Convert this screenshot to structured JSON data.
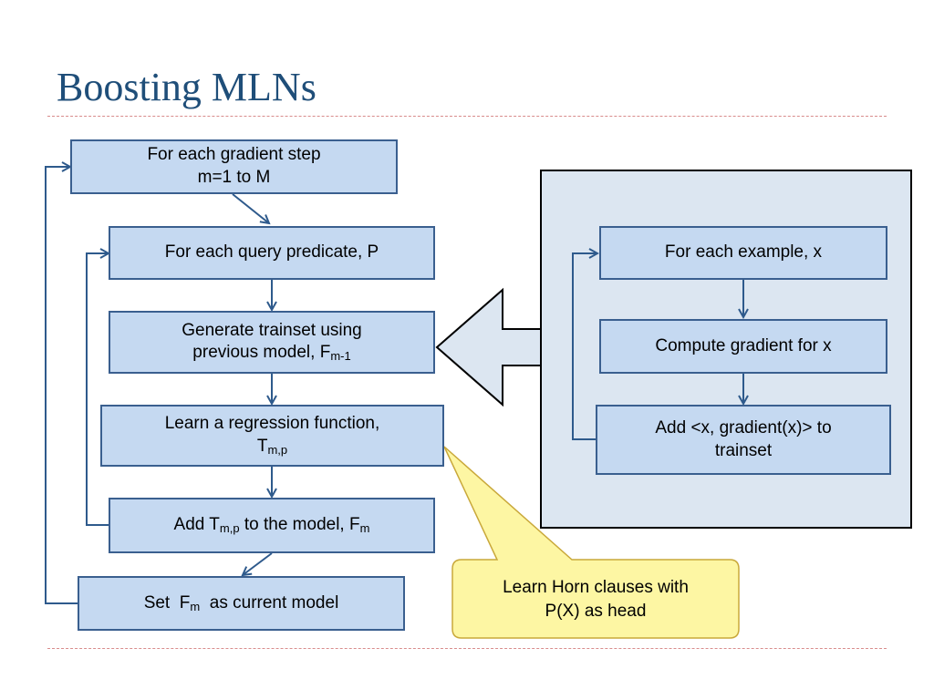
{
  "slide": {
    "title": "Boosting MLNs"
  },
  "left_flow": {
    "gradient_step": {
      "line1": "For each gradient step",
      "line2": "m=1 to M"
    },
    "query_predicate": "For each query predicate, P",
    "generate_trainset": {
      "line1": "Generate trainset using",
      "line2_prefix": "previous model, F",
      "line2_sub": "m-1"
    },
    "learn_regression": {
      "line1": "Learn a regression function,",
      "line2_base": "T",
      "line2_sub": "m,p"
    },
    "add_to_model": {
      "prefix": "Add T",
      "sub1": "m,p",
      "middle": " to the model, F",
      "sub2": "m"
    },
    "set_current": {
      "prefix": "Set  F",
      "sub": "m",
      "suffix": "  as current model"
    }
  },
  "right_panel": {
    "for_each_example": "For each example, x",
    "compute_gradient": "Compute gradient for x",
    "add_pair": {
      "line1": "Add <x, gradient(x)> to",
      "line2": "trainset"
    }
  },
  "callout": {
    "line1": "Learn Horn clauses with",
    "line2": "P(X) as head"
  },
  "colors": {
    "box_fill": "#c5d9f1",
    "box_border": "#3a5f8f",
    "panel_fill": "#dce6f1",
    "callout_fill": "#fdf6a3",
    "title": "#1f4e79"
  }
}
